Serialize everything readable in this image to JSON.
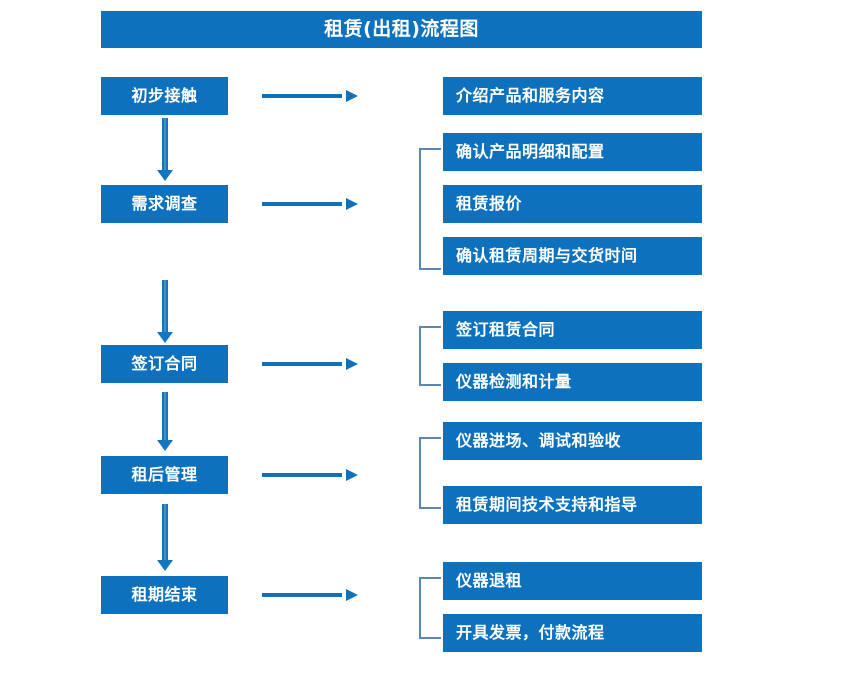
{
  "chart_data": {
    "type": "diagram",
    "title": "租赁(出租)流程图",
    "diagram_kind": "flowchart",
    "orientation": "vertical-with-side-branches",
    "stages": [
      {
        "label": "初步接触",
        "details": [
          "介绍产品和服务内容"
        ],
        "bracketed": false
      },
      {
        "label": "需求调查",
        "details": [
          "确认产品明细和配置",
          "租赁报价",
          "确认租赁周期与交货时间"
        ],
        "bracketed": true
      },
      {
        "label": "签订合同",
        "details": [
          "签订租赁合同",
          "仪器检测和计量"
        ],
        "bracketed": true
      },
      {
        "label": "租后管理",
        "details": [
          "仪器进场、调试和验收",
          "租赁期间技术支持和指导"
        ],
        "bracketed": true
      },
      {
        "label": "租期结束",
        "details": [
          "仪器退租",
          "开具发票，付款流程"
        ],
        "bracketed": true
      }
    ]
  },
  "header": {
    "title": "租赁(出租)流程图"
  },
  "colors": {
    "box_fill": "#0d71bd",
    "box_text": "#ffffff",
    "arrow": "#0d71bd",
    "v_arrow": "#1277be",
    "bracket": "#5b87b5",
    "background": "#ffffff"
  },
  "stages": [
    {
      "label": "初步接触"
    },
    {
      "label": "需求调查"
    },
    {
      "label": "签订合同"
    },
    {
      "label": "租后管理"
    },
    {
      "label": "租期结束"
    }
  ],
  "details": [
    {
      "label": "介绍产品和服务内容"
    },
    {
      "label": "确认产品明细和配置"
    },
    {
      "label": "租赁报价"
    },
    {
      "label": "确认租赁周期与交货时间"
    },
    {
      "label": "签订租赁合同"
    },
    {
      "label": "仪器检测和计量"
    },
    {
      "label": "仪器进场、调试和验收"
    },
    {
      "label": "租赁期间技术支持和指导"
    },
    {
      "label": "仪器退租"
    },
    {
      "label": "开具发票，付款流程"
    }
  ],
  "icons": {
    "arrow_right": "right-arrow-icon",
    "arrow_down": "down-arrow-icon",
    "bracket": "group-bracket-icon"
  }
}
